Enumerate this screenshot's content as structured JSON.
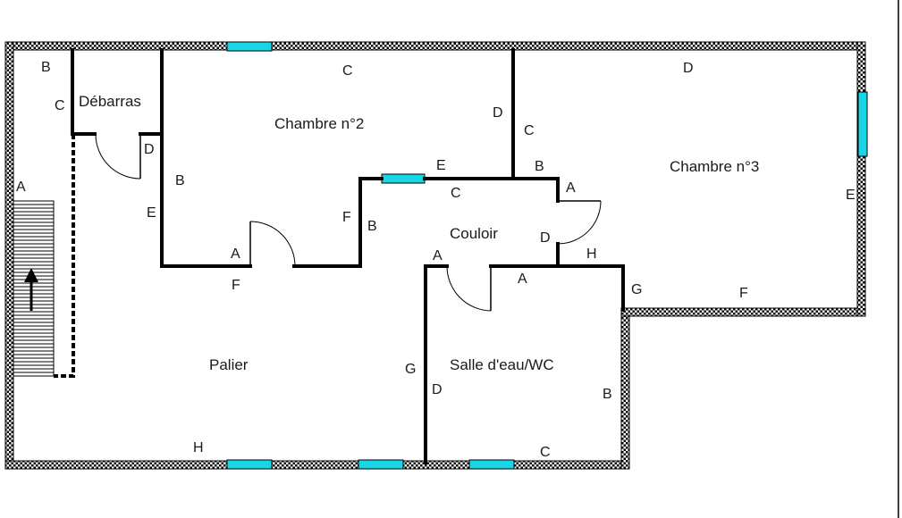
{
  "rooms": {
    "debarras": "Débarras",
    "chambre2": "Chambre n°2",
    "chambre3": "Chambre n°3",
    "couloir": "Couloir",
    "palier": "Palier",
    "salle_eau": "Salle d'eau/WC"
  },
  "wall_labels": {
    "l01": "B",
    "l02": "C",
    "l03": "C",
    "l04": "D",
    "l05": "D",
    "l06": "C",
    "l07": "D",
    "l08": "B",
    "l09": "E",
    "l10": "E",
    "l11": "C",
    "l12": "B",
    "l13": "A",
    "l14": "E",
    "l15": "A",
    "l16": "F",
    "l17": "B",
    "l18": "F",
    "l19": "D",
    "l20": "A",
    "l21": "H",
    "l22": "A",
    "l23": "G",
    "l24": "F",
    "l25": "G",
    "l26": "D",
    "l27": "B",
    "l28": "H",
    "l29": "C",
    "l30": "A"
  },
  "colors": {
    "window": "#19d6e6",
    "wall": "#000000"
  },
  "icons": {
    "stairs_arrow": "arrow-up-icon"
  }
}
